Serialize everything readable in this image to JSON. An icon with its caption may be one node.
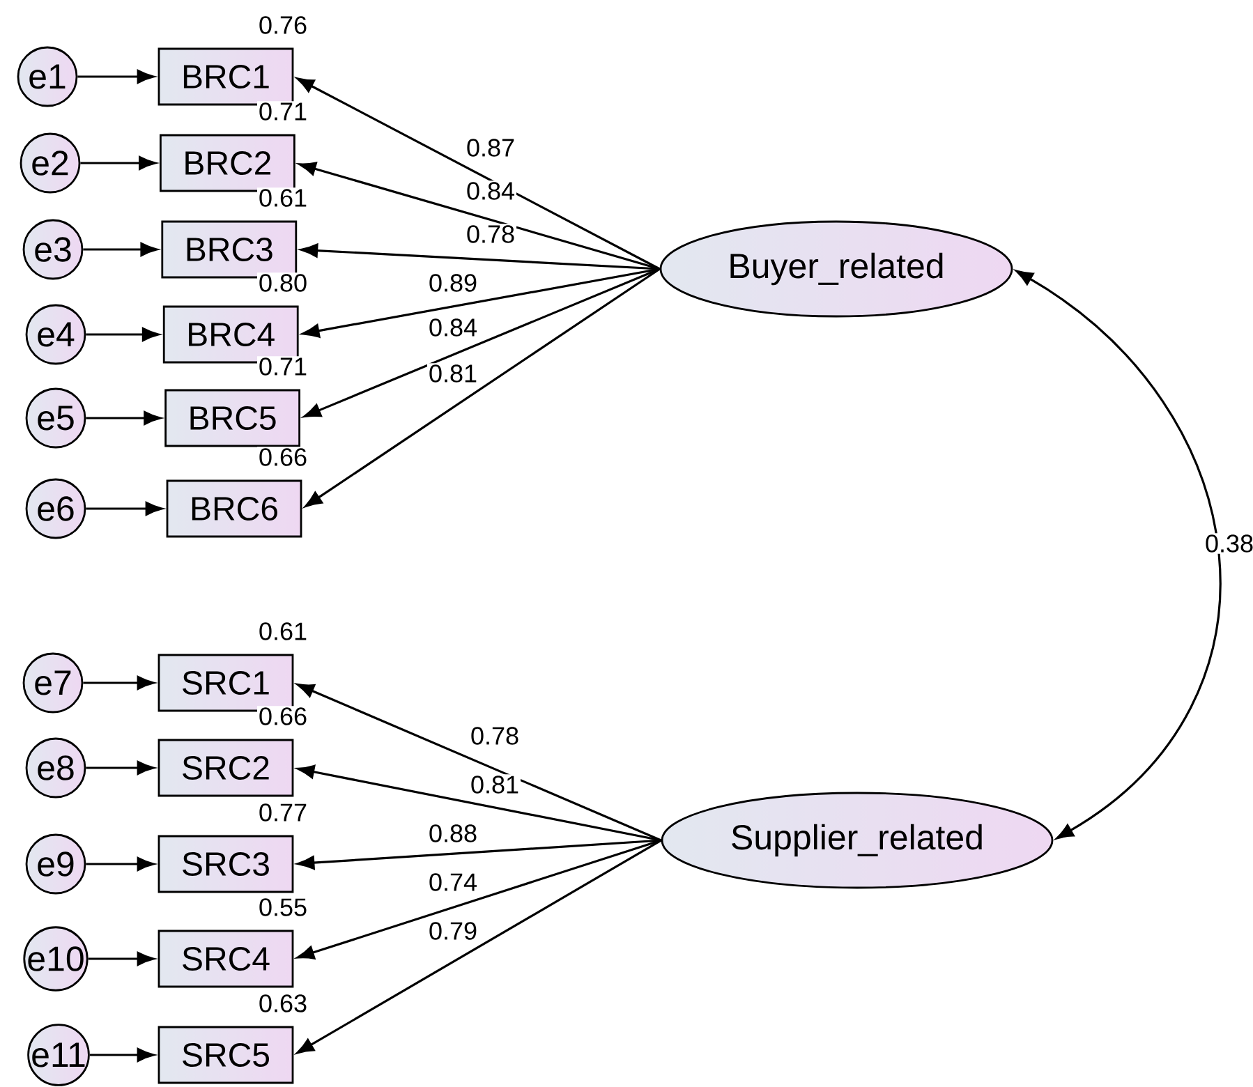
{
  "diagram": {
    "nodes": [
      {
        "text": [
          "e1"
        ]
      },
      {
        "text": [
          "e2"
        ]
      },
      {
        "text": [
          "e3"
        ]
      },
      {
        "text": [
          "e4"
        ]
      },
      {
        "text": [
          "e5"
        ]
      },
      {
        "text": [
          "e6"
        ]
      },
      {
        "text": [
          "e7"
        ]
      },
      {
        "text": [
          "e8"
        ]
      },
      {
        "text": [
          "e9"
        ]
      },
      {
        "text": [
          "e10"
        ]
      },
      {
        "text": [
          "e11"
        ]
      },
      {
        "text": [
          "BRC1"
        ]
      },
      {
        "text": [
          "BRC2"
        ]
      },
      {
        "text": [
          "BRC3"
        ]
      },
      {
        "text": [
          "BRC4"
        ]
      },
      {
        "text": [
          "BRC5"
        ]
      },
      {
        "text": [
          "BRC6"
        ]
      },
      {
        "text": [
          "SRC1"
        ]
      },
      {
        "text": [
          "SRC2"
        ]
      },
      {
        "text": [
          "SRC3"
        ]
      },
      {
        "text": [
          "SRC4"
        ]
      },
      {
        "text": [
          "SRC5"
        ]
      },
      {
        "text": [
          "Buyer_related"
        ]
      },
      {
        "text": [
          "Supplier_related"
        ]
      }
    ],
    "edges": [
      {
        "from": 0,
        "to": 11,
        "arrow": "to"
      },
      {
        "from": 1,
        "to": 12,
        "arrow": "to"
      },
      {
        "from": 2,
        "to": 13,
        "arrow": "to"
      },
      {
        "from": 3,
        "to": 14,
        "arrow": "to"
      },
      {
        "from": 4,
        "to": 15,
        "arrow": "to"
      },
      {
        "from": 5,
        "to": 16,
        "arrow": "to"
      },
      {
        "from": 6,
        "to": 17,
        "arrow": "to"
      },
      {
        "from": 7,
        "to": 18,
        "arrow": "to"
      },
      {
        "from": 8,
        "to": 19,
        "arrow": "to"
      },
      {
        "from": 9,
        "to": 20,
        "arrow": "to"
      },
      {
        "from": 10,
        "to": 21,
        "arrow": "to"
      },
      {
        "from": 22,
        "to": 11,
        "arrow": "to",
        "label": "0.87"
      },
      {
        "from": 22,
        "to": 12,
        "arrow": "to",
        "label": "0.84"
      },
      {
        "from": 22,
        "to": 13,
        "arrow": "to",
        "label": "0.78"
      },
      {
        "from": 22,
        "to": 14,
        "arrow": "to",
        "label": "0.89"
      },
      {
        "from": 22,
        "to": 15,
        "arrow": "to",
        "label": "0.84"
      },
      {
        "from": 22,
        "to": 16,
        "arrow": "to",
        "label": "0.81"
      },
      {
        "from": 23,
        "to": 17,
        "arrow": "to",
        "label": "0.78"
      },
      {
        "from": 23,
        "to": 18,
        "arrow": "to",
        "label": "0.81"
      },
      {
        "from": 23,
        "to": 19,
        "arrow": "to",
        "label": "0.88"
      },
      {
        "from": 23,
        "to": 20,
        "arrow": "to",
        "label": "0.74"
      },
      {
        "from": 23,
        "to": 21,
        "arrow": "to",
        "label": "0.79"
      },
      {
        "from": 22,
        "to": 23,
        "arrow": "both",
        "label": "0.38"
      }
    ],
    "labels": [
      "0.76",
      "0.71",
      "0.61",
      "0.80",
      "0.71",
      "0.66",
      "0.61",
      "0.66",
      "0.77",
      "0.55",
      "0.63"
    ]
  }
}
